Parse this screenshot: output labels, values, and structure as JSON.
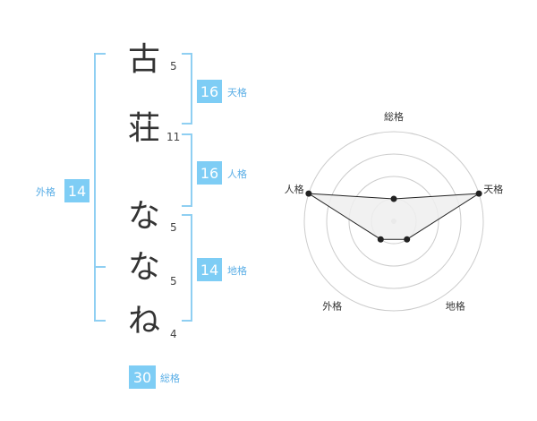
{
  "colors": {
    "bracket": "#8fcff2",
    "badge": "#7ecdf5",
    "badge_text": "#ffffff",
    "badge_label": "#5aaee6",
    "char": "#333333",
    "ring": "#cccccc",
    "polygon_fill": "#efefef",
    "polygon_stroke": "#222222"
  },
  "name": {
    "characters": [
      {
        "char": "古",
        "strokes": "5"
      },
      {
        "char": "荘",
        "strokes": "11"
      },
      {
        "char": "な",
        "strokes": "5"
      },
      {
        "char": "な",
        "strokes": "5"
      },
      {
        "char": "ね",
        "strokes": "4"
      }
    ]
  },
  "scores": {
    "tenkaku": {
      "value": "16",
      "label": "天格"
    },
    "jinkaku": {
      "value": "16",
      "label": "人格"
    },
    "chikaku": {
      "value": "14",
      "label": "地格"
    },
    "gaikaku": {
      "value": "14",
      "label": "外格"
    },
    "soukaku": {
      "value": "30",
      "label": "総格"
    }
  },
  "chart_data": {
    "type": "radar",
    "axes": [
      "総格",
      "天格",
      "地格",
      "外格",
      "人格"
    ],
    "values": [
      1,
      4,
      1,
      1,
      4
    ],
    "max": 4,
    "rings": 4
  }
}
